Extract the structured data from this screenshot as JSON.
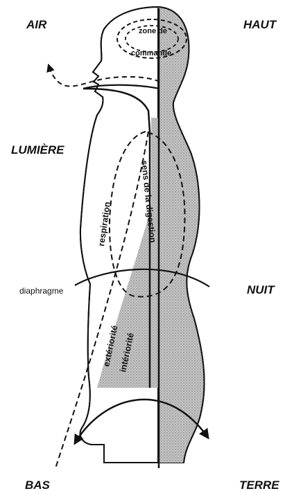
{
  "corners": {
    "top_left": "AIR",
    "top_right": "HAUT",
    "mid_left": "LUMIÈRE",
    "mid_right": "NUIT",
    "bottom_left": "BAS",
    "bottom_right": "TERRE"
  },
  "labels": {
    "zone_line1": "zone de",
    "zone_line2": "commande",
    "respiration": "respiration",
    "digestion": "sens de la digestion",
    "diaphragme": "diaphragme",
    "exteriorite": "extériorité",
    "interiorite": "intériorité"
  },
  "colors": {
    "ink": "#111111",
    "shade": "#b9b9b9"
  }
}
